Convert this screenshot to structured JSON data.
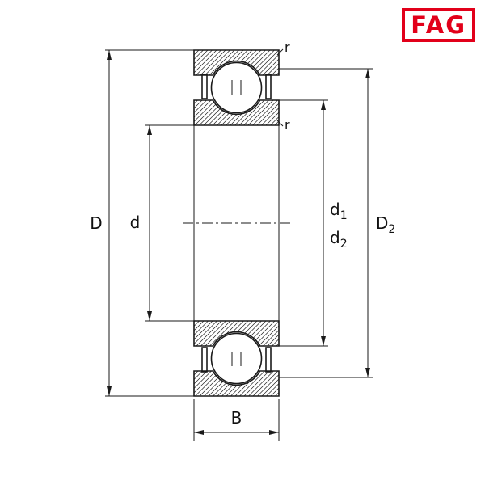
{
  "logo": {
    "text": "FAG"
  },
  "colors": {
    "brand_red": "#E2001A",
    "line": "#1a1a1a"
  },
  "drawing": {
    "labels": {
      "outer_diameter": "D",
      "bore_diameter": "d",
      "d1_base": "d",
      "d1_sub": "1",
      "d2_base": "d",
      "d2_sub": "2",
      "D2_base": "D",
      "D2_sub": "2",
      "width": "B",
      "chamfer_outer": "r",
      "chamfer_inner": "r"
    }
  }
}
